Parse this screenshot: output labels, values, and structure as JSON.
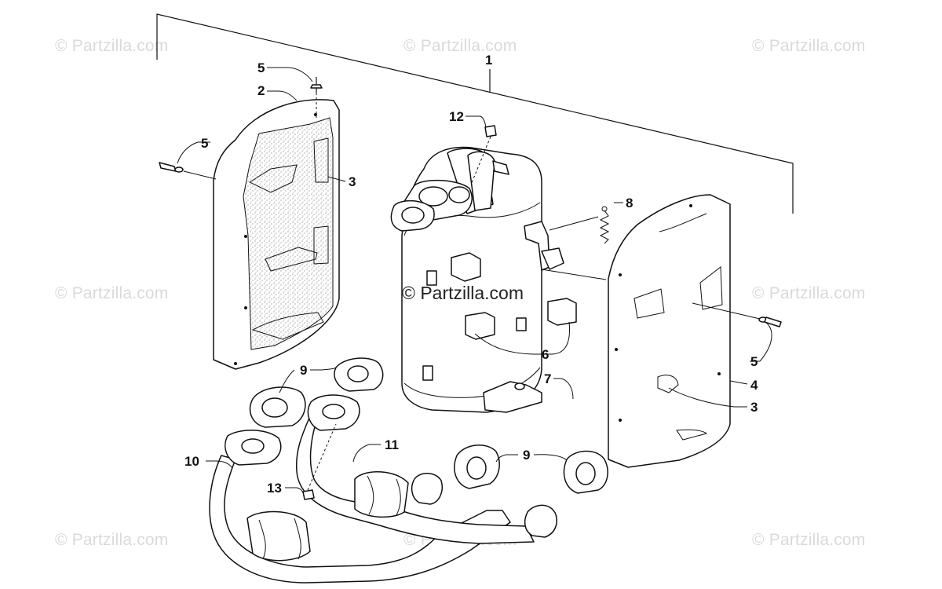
{
  "watermark": {
    "text": "© Partzilla.com",
    "center_text": "© Partzilla.com"
  },
  "callouts": {
    "c1": "1",
    "c2": "2",
    "c3a": "3",
    "c3b": "3",
    "c4": "4",
    "c5a": "5",
    "c5b": "5",
    "c5c": "5",
    "c6": "6",
    "c7": "7",
    "c8": "8",
    "c9a": "9",
    "c9b": "9",
    "c10": "10",
    "c11": "11",
    "c12": "12",
    "c13": "13"
  }
}
